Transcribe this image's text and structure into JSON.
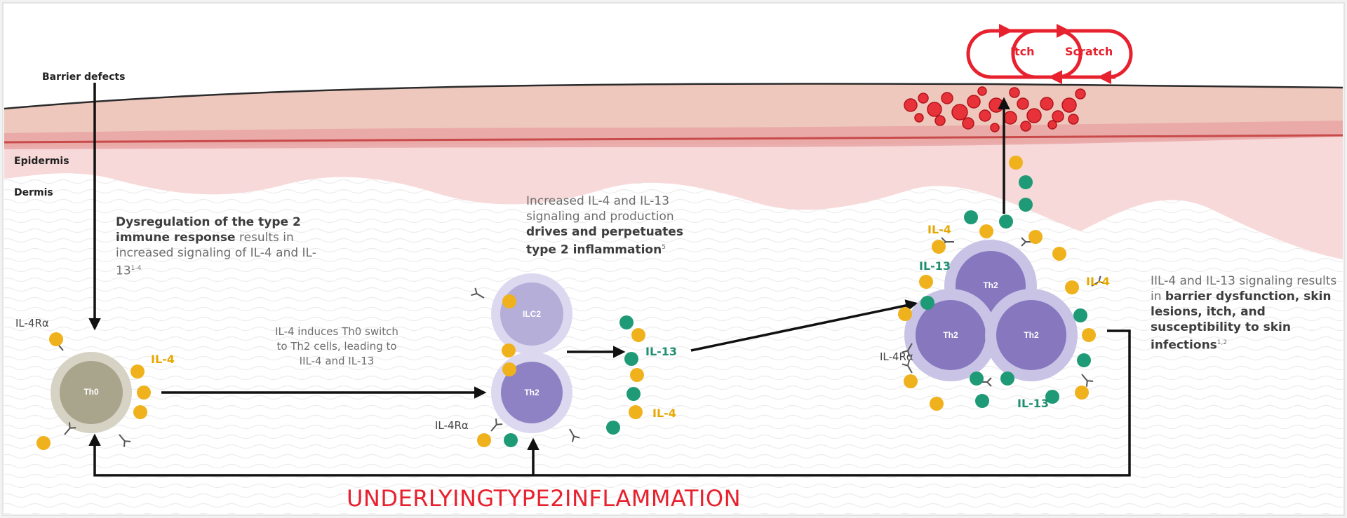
{
  "labels": {
    "barrier_defects": "Barrier defects",
    "epidermis": "Epidermis",
    "dermis": "Dermis",
    "itch": "Itch",
    "scratch": "Scratch",
    "underlying": "UNDERLYINGTYPE2INFLAMMATION"
  },
  "text1": {
    "bold": "Dysregulation of the type 2 immune response",
    "rest": " results in increased signaling of IL-4 and IL-13",
    "sup": "1-4"
  },
  "text2": {
    "line1": "IL-4 induces Th0 switch",
    "line2": "to Th2 cells, leading to",
    "line3": "IIL-4 and IL-13"
  },
  "text3": {
    "normal": "Increased IL-4 and IL-13 signaling and production ",
    "bold": "drives and perpetuates type 2 inflammation",
    "sup": "5"
  },
  "text4": {
    "normal": "IIL-4 and IL-13 signaling results in ",
    "bold": "barrier dysfunction, skin lesions, itch, and susceptibility to skin infections",
    "sup": "1,2"
  },
  "cells": {
    "th0": "Th0",
    "ilc2": "ILC2",
    "th2": "Th2"
  },
  "cytokines": {
    "il4": "IL-4",
    "il13": "IL-13",
    "il4ra": "IL-4Rα"
  },
  "colors": {
    "red": "#e8212e",
    "yellow": "#f0b21c",
    "green": "#1e9b76",
    "purple": "#b5aed8",
    "purple_dark": "#7d6db8",
    "olive": "#a9a48c"
  }
}
